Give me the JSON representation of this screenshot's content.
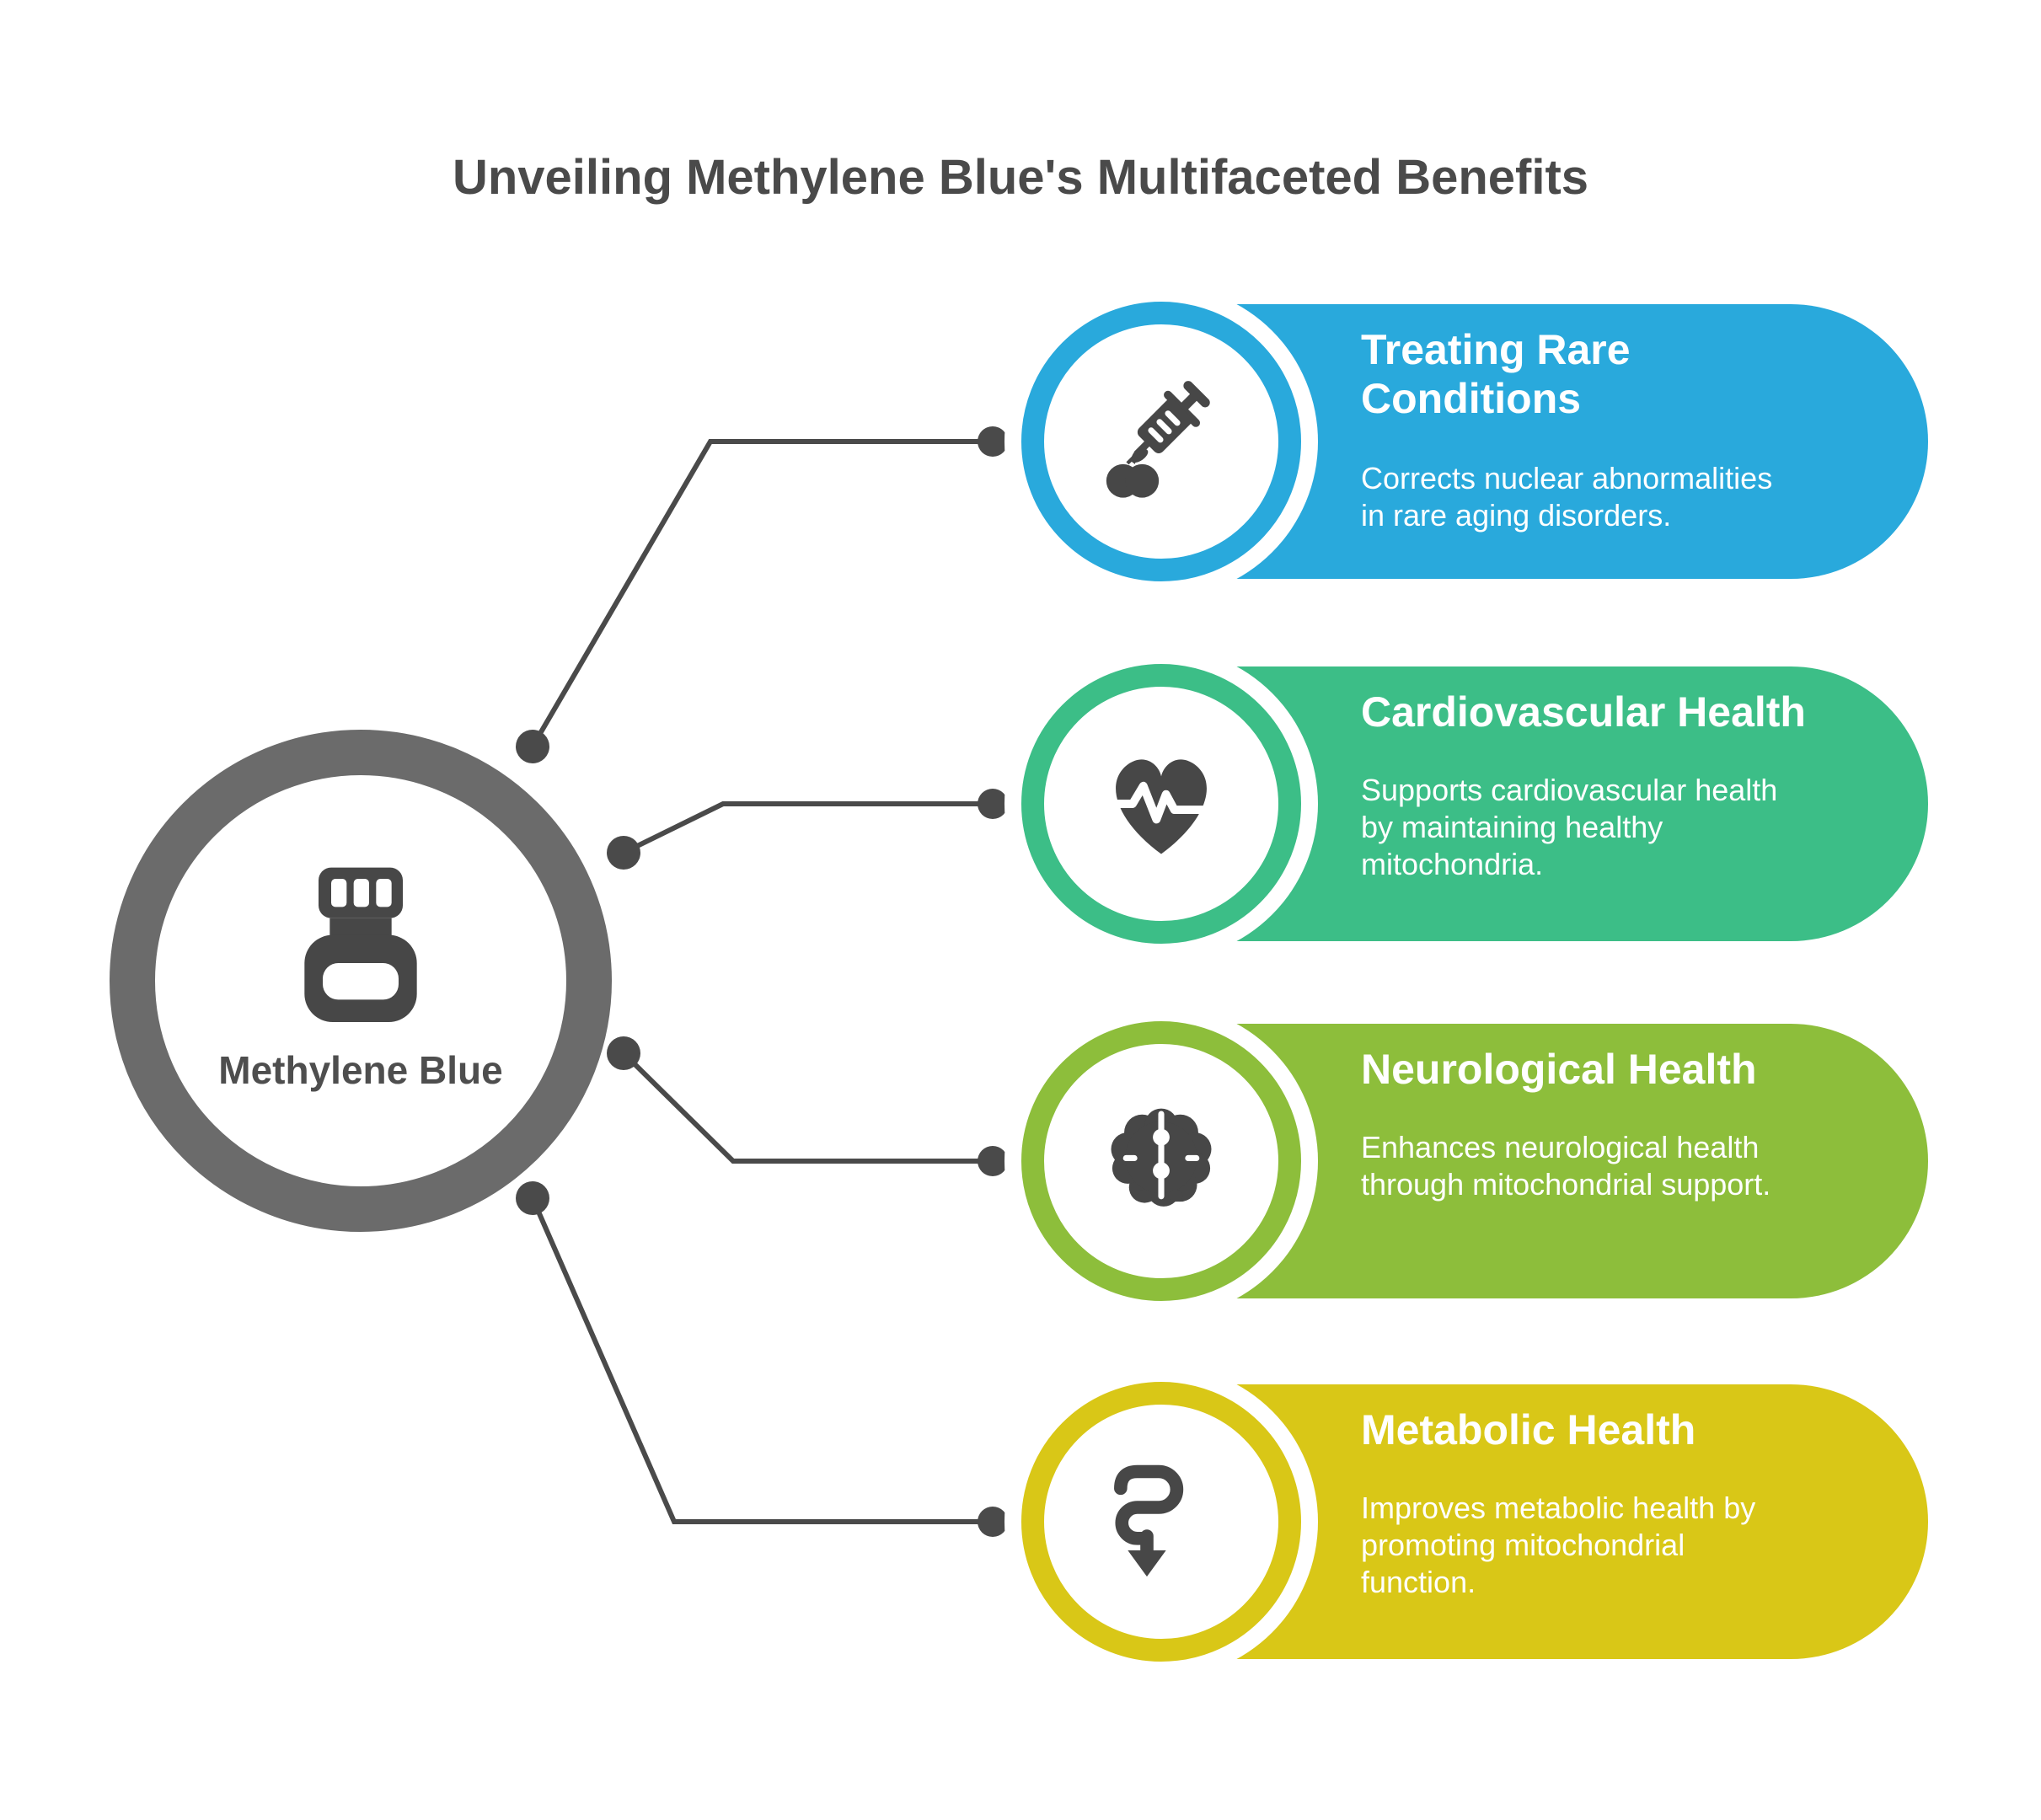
{
  "title": "Unveiling Methylene Blue's Multifaceted Benefits",
  "center": {
    "label": "Methylene Blue",
    "icon": "medicine-bottle-icon",
    "ring_color": "#6b6b6b"
  },
  "connector_color": "#4a4a4a",
  "text_dark_color": "#4a4a4a",
  "icon_color": "#474747",
  "cards": [
    {
      "title": "Treating Rare Conditions",
      "description": "Corrects nuclear abnormalities in rare aging disorders.",
      "color": "#29a9dc",
      "icon": "syringe-apple-icon"
    },
    {
      "title": "Cardiovascular Health",
      "description": "Supports cardiovascular health by maintaining healthy mitochondria.",
      "color": "#3cbe87",
      "icon": "heart-pulse-icon"
    },
    {
      "title": "Neurological Health",
      "description": "Enhances neurological health through mitochondrial support.",
      "color": "#8dbe3b",
      "icon": "brain-icon"
    },
    {
      "title": "Metabolic Health",
      "description": "Improves metabolic health by promoting mitochondrial function.",
      "color": "#d9c717",
      "icon": "metabolic-arrow-icon"
    }
  ]
}
